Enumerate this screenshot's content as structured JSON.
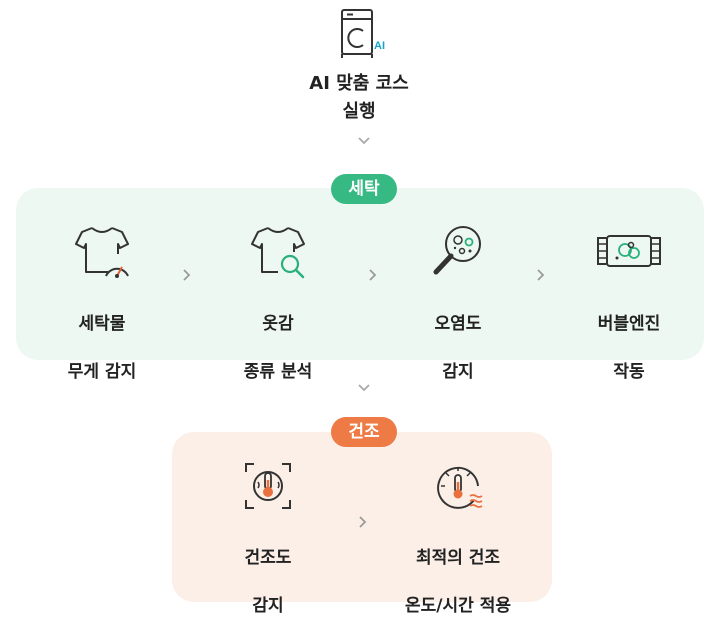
{
  "start": {
    "icon": "washing-machine-ai-icon",
    "badge": "AI",
    "title_line1": "AI 맞춤 코스",
    "title_line2": "실행"
  },
  "wash": {
    "label": "세탁",
    "steps": [
      {
        "icon": "shirt-weight-gauge-icon",
        "line1": "세탁물",
        "line2": "무게 감지"
      },
      {
        "icon": "shirt-magnifier-icon",
        "line1": "옷감",
        "line2": "종류 분석"
      },
      {
        "icon": "magnifier-dirt-icon",
        "line1": "오염도",
        "line2": "감지"
      },
      {
        "icon": "bubble-engine-icon",
        "line1": "버블엔진",
        "line2": "작동"
      }
    ]
  },
  "dry": {
    "label": "건조",
    "steps": [
      {
        "icon": "thermometer-frame-icon",
        "line1": "건조도",
        "line2": "감지"
      },
      {
        "icon": "thermometer-dial-heat-icon",
        "line1": "최적의 건조",
        "line2": "온도/시간 적용"
      }
    ]
  },
  "colors": {
    "wash_accent": "#36b982",
    "dry_accent": "#ee7a45",
    "wash_bg": "#eef8f3",
    "dry_bg": "#fcefe8"
  }
}
